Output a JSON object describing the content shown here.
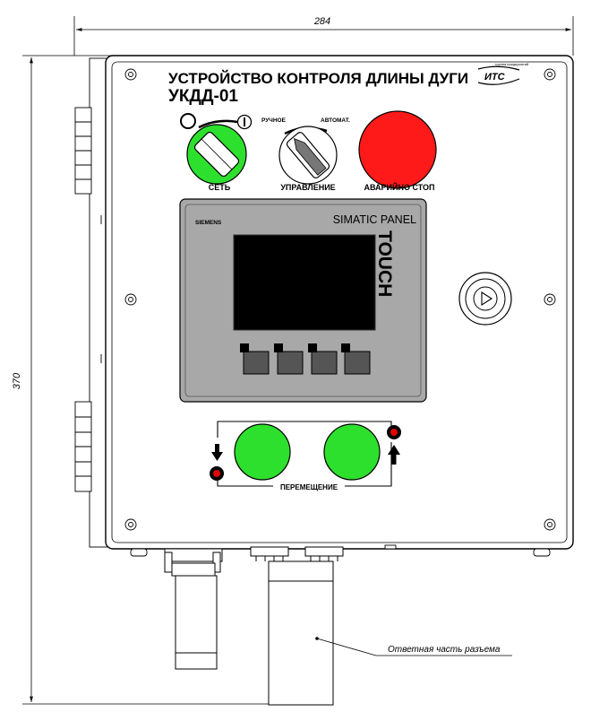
{
  "dimensions": {
    "width_label": "284",
    "height_label": "370"
  },
  "panel": {
    "title_line1": "УСТРОЙСТВО КОНТРОЛЯ ДЛИНЫ ДУГИ",
    "title_line2": "УКДД-01",
    "logo_text": "ИТС",
    "logo_small": "группа предприятий"
  },
  "switches": {
    "power": {
      "label": "СЕТЬ",
      "off_symbol": "O",
      "on_symbol": "I",
      "color": "#2ee02e"
    },
    "control": {
      "label": "УПРАВЛЕНИЕ",
      "manual": "РУЧНОЕ",
      "auto": "АВТОМАТ."
    },
    "emergency": {
      "label": "АВАРИЙНО СТОП",
      "color": "#ff1a1a"
    }
  },
  "hmi": {
    "brand": "SIEMENS",
    "model": "SIMATIC PANEL",
    "touch": "TOUCH",
    "bezel_color": "#a8a8a8",
    "screen_color": "#000000"
  },
  "movement": {
    "label": "ПЕРЕМЕЩЕНИЕ",
    "button_color": "#2ee02e",
    "lamp_color": "#e00000"
  },
  "annotation": {
    "mating_part": "Ответная часть разъема"
  }
}
